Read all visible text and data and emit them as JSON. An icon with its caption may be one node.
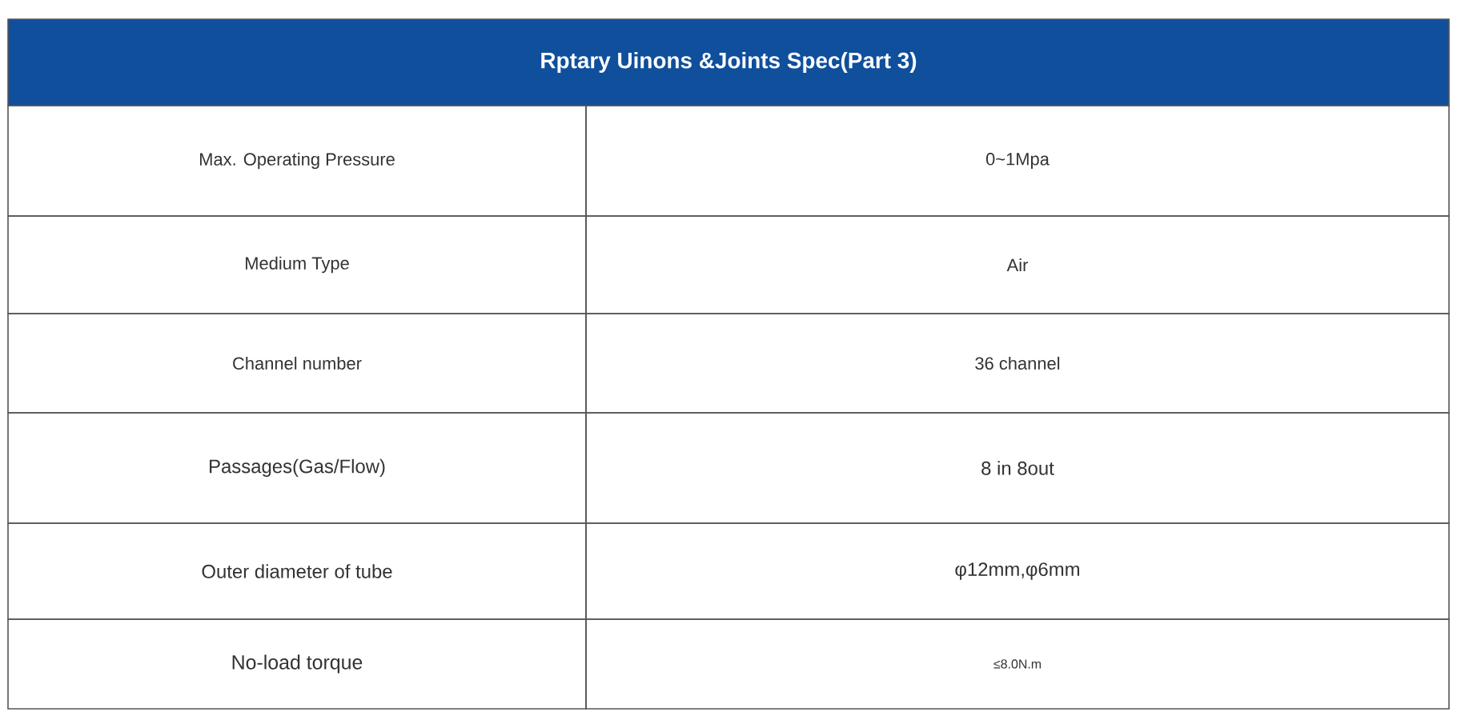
{
  "diagram": {
    "title": "Rptary Uinons &Joints Spec(Part 3)",
    "labels": [
      "Max. Operating Pressure",
      "0~1Mpa",
      "Medium Type",
      "Air",
      "Channel number",
      "36 channel",
      "Passages(Gas/Flow)",
      "8 in 8out",
      "Outer diameter of tube",
      "φ12mm,φ6mm",
      "No-load torque",
      "≤8.0N.m"
    ]
  }
}
